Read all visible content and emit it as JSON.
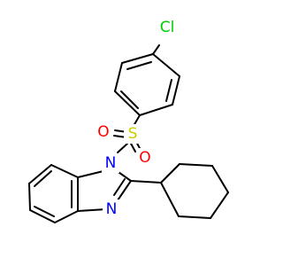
{
  "molecule": {
    "atoms": {
      "cl": "Cl",
      "s": "S",
      "o_left": "O",
      "o_bottom": "O",
      "n1": "N",
      "n3": "N"
    },
    "colors": {
      "bond": "#000000",
      "chlorine": "#00CC00",
      "sulfur": "#CCCC00",
      "oxygen": "#FF0000",
      "nitrogen": "#0000FF"
    }
  }
}
